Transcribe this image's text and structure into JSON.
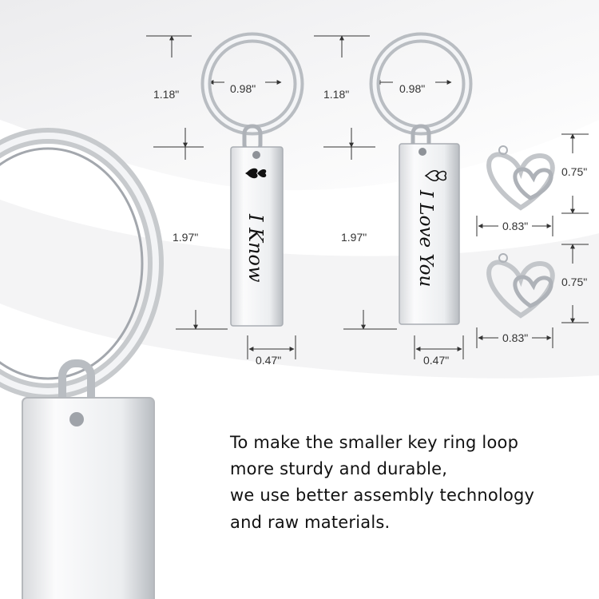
{
  "dimensions": {
    "ring_height": "1.18\"",
    "ring_diameter": "0.98\"",
    "tag_height": "1.97\"",
    "tag_width": "0.47\"",
    "heart_height": "0.75\"",
    "heart_width": "0.83\""
  },
  "engravings": {
    "tag_1": "I Know",
    "tag_2": "I Love You"
  },
  "description": [
    "To make the smaller key ring loop",
    "more sturdy and durable,",
    "we use better assembly technology",
    "and raw materials."
  ],
  "colors": {
    "background": "#ffffff",
    "swoosh": "#e4e4e6",
    "metal_light": "#f4f5f7",
    "metal_dark": "#9a9ea4",
    "ink": "#111111"
  }
}
